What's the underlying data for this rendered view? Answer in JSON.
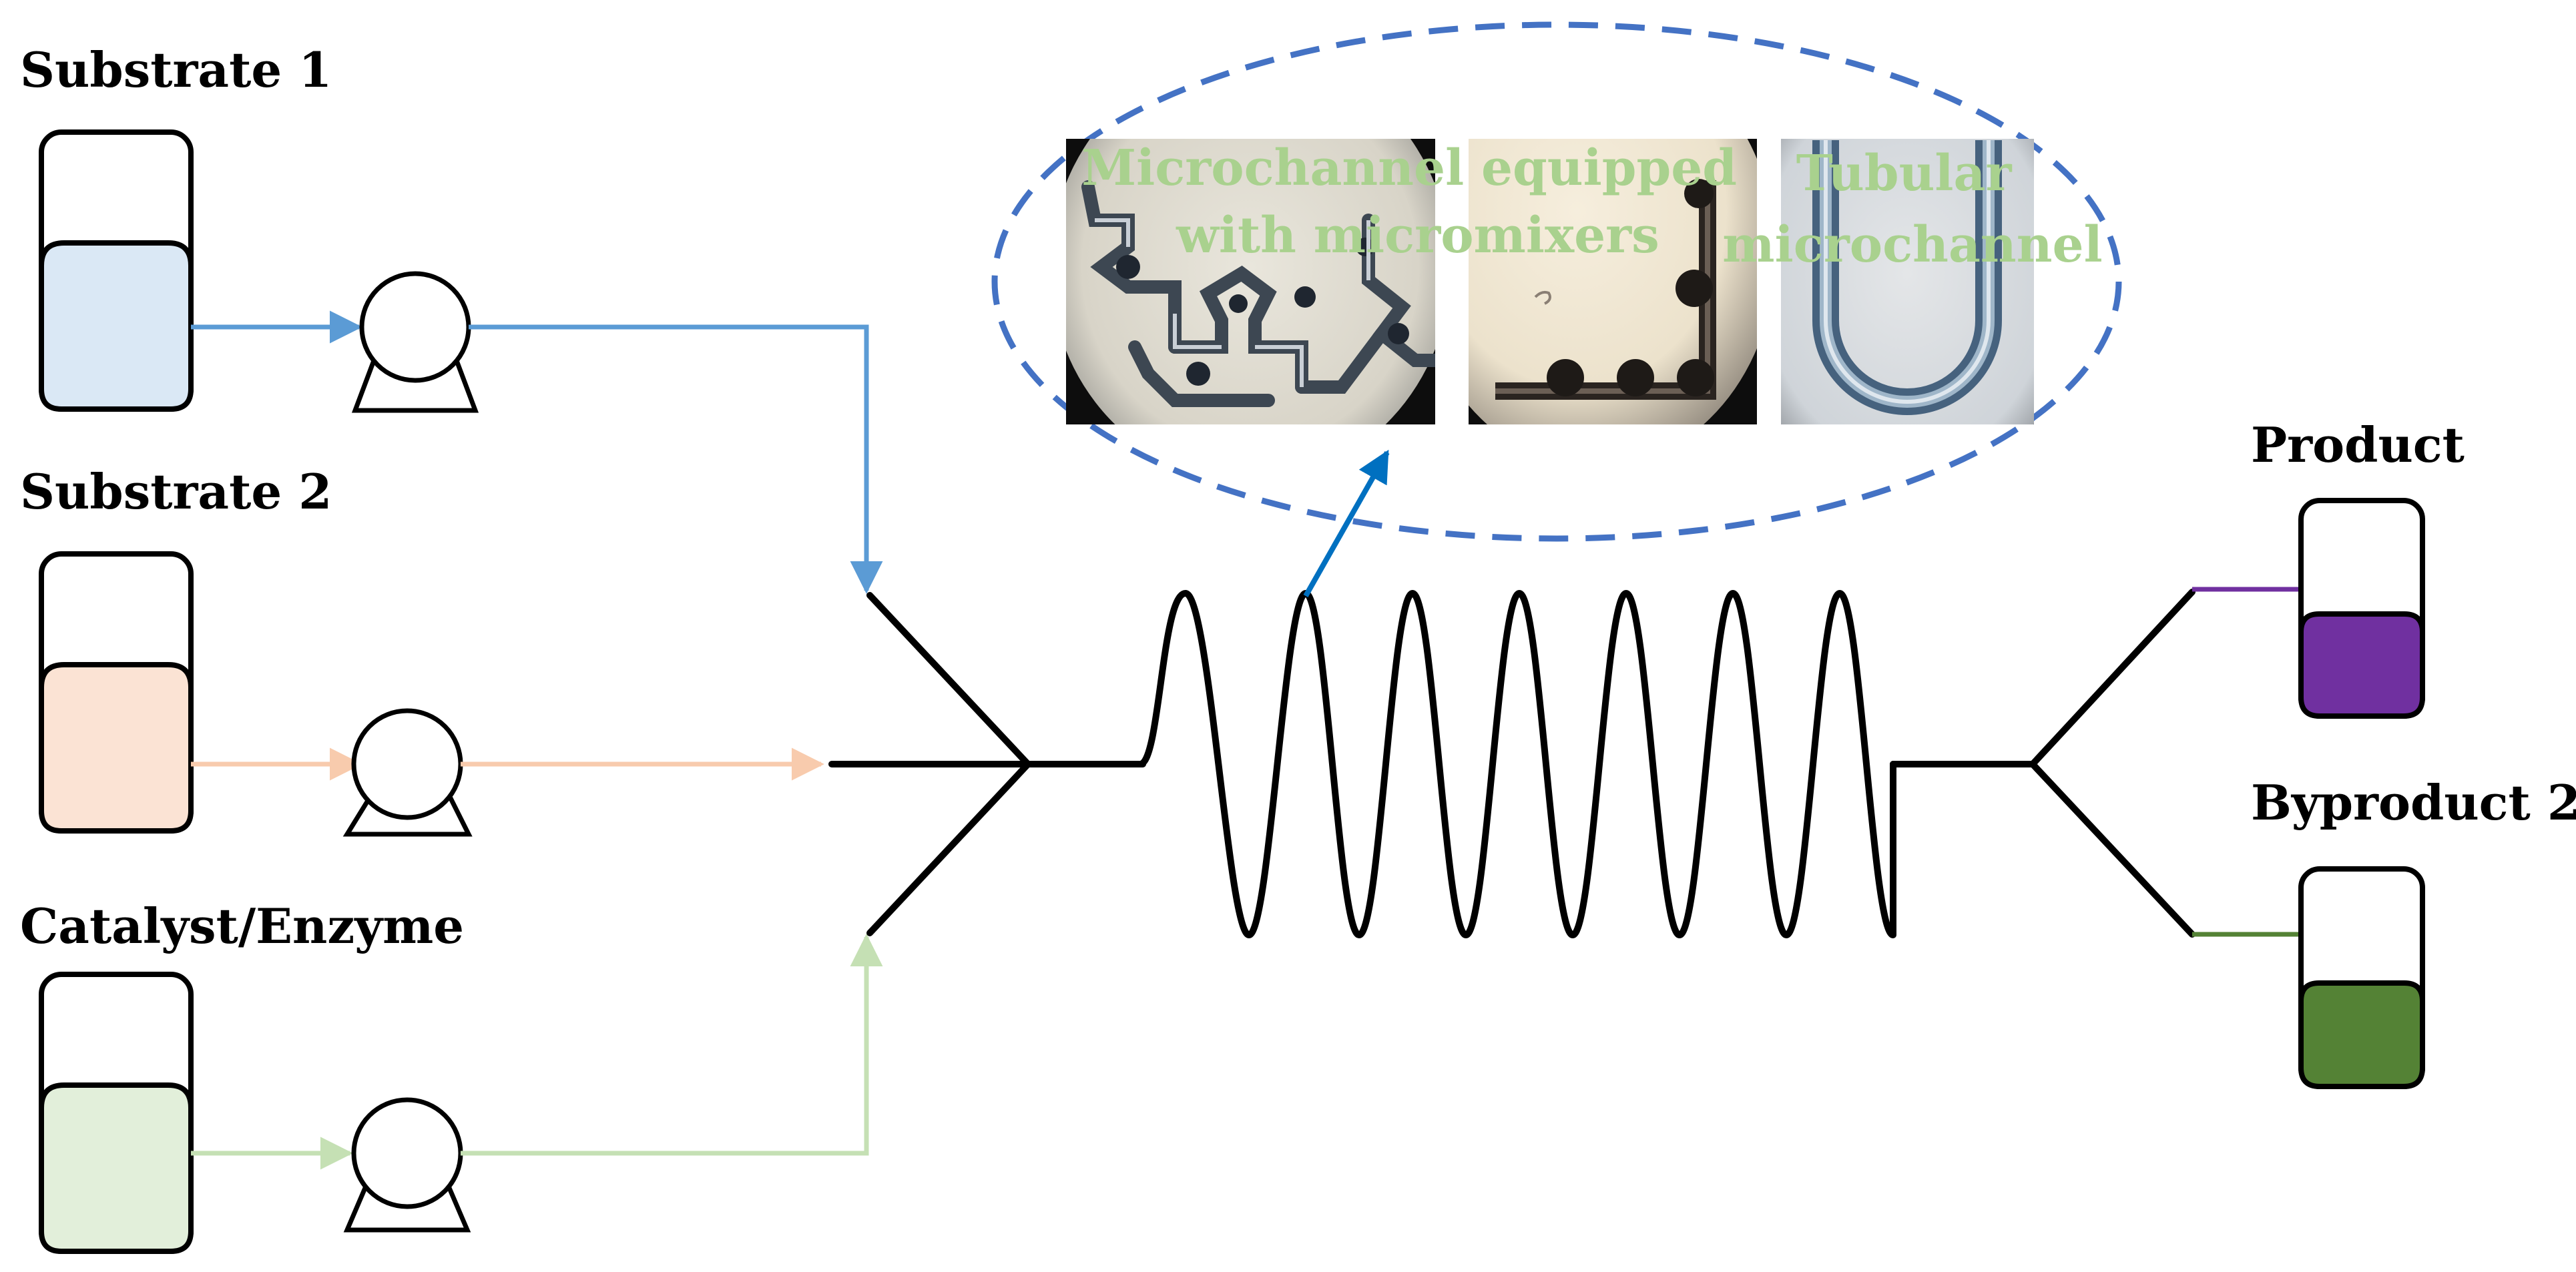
{
  "inputs": [
    {
      "label": "Substrate 1",
      "color": "#5b9bd5",
      "fill": "#dae8f5"
    },
    {
      "label": "Substrate 2",
      "color": "#f8cbad",
      "fill": "#fbe3d4"
    },
    {
      "label": "Catalyst/Enzyme",
      "color": "#c5e0b4",
      "fill": "#e2efda"
    }
  ],
  "outputs": [
    {
      "label": "Product",
      "color": "#7030a0",
      "fill": "#7030a0"
    },
    {
      "label": "Byproduct 2",
      "color": "#548235",
      "fill": "#548235"
    }
  ],
  "inset": {
    "border_color": "#4472c4",
    "pointer_color": "#0070c0",
    "captions": [
      {
        "lines": [
          "Microchannel equipped",
          "with micromixers"
        ],
        "color": "#a9d18e"
      },
      {
        "lines": [
          "Tubular",
          "microchannel"
        ],
        "color": "#a9d18e"
      }
    ]
  },
  "icons": {
    "pump": "pump-icon",
    "reservoir": "reservoir-icon",
    "coil": "coiled-reactor-icon"
  }
}
